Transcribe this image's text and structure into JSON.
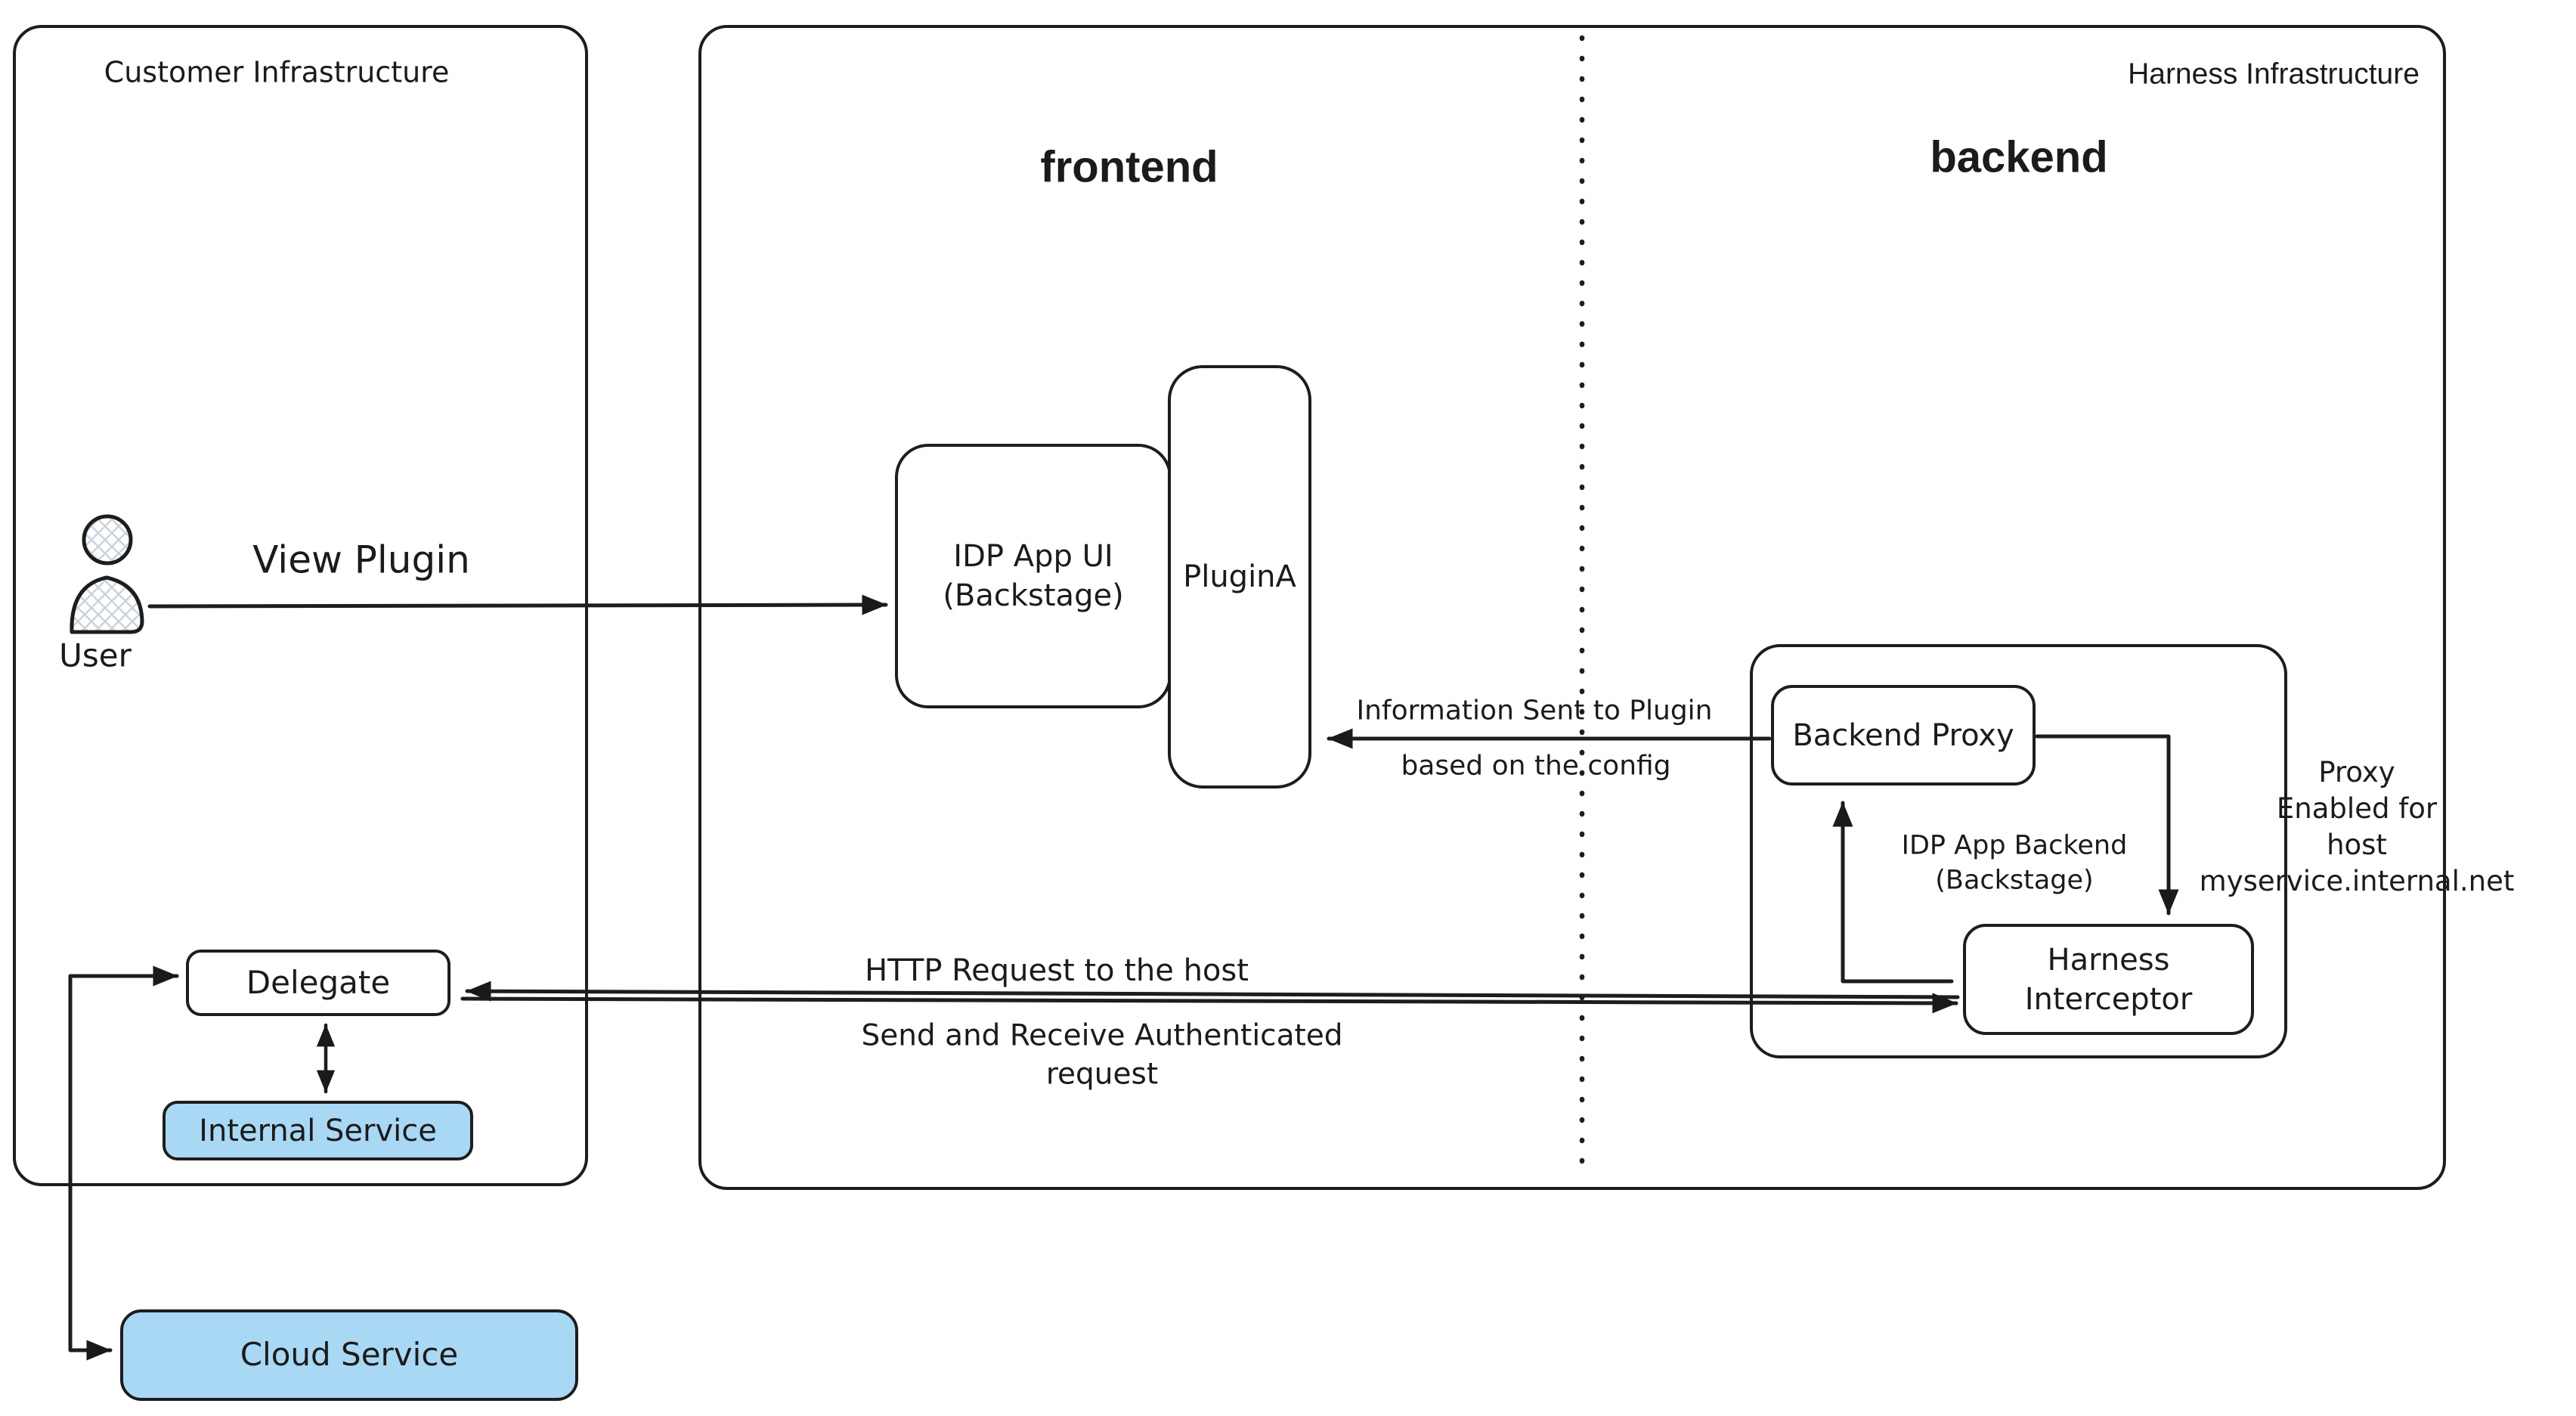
{
  "colors": {
    "ink": "#1d1d1d",
    "service_fill": "#a9d8f4",
    "hatch": "#c9d3de",
    "background": "#ffffff"
  },
  "customer": {
    "title": "Customer Infrastructure",
    "user_label": "User",
    "delegate": "Delegate",
    "internal_service": "Internal Service",
    "cloud_service": "Cloud Service"
  },
  "harness": {
    "title": "Harness Infrastructure",
    "frontend_heading": "frontend",
    "backend_heading": "backend",
    "idp_app_ui": "IDP App UI\n(Backstage)",
    "plugin_a": "PluginA",
    "backend_proxy": "Backend Proxy",
    "idp_app_backend": "IDP App Backend\n(Backstage)",
    "harness_interceptor": "Harness\nInterceptor",
    "proxy_note": "Proxy\nEnabled for\nhost myservice.internal.net"
  },
  "flows": {
    "view_plugin": "View Plugin",
    "info_sent_line1": "Information Sent to Plugin",
    "info_sent_line2": "based on the config",
    "http_request": "HTTP Request to the host",
    "send_receive": "Send and Receive Authenticated\nrequest"
  }
}
